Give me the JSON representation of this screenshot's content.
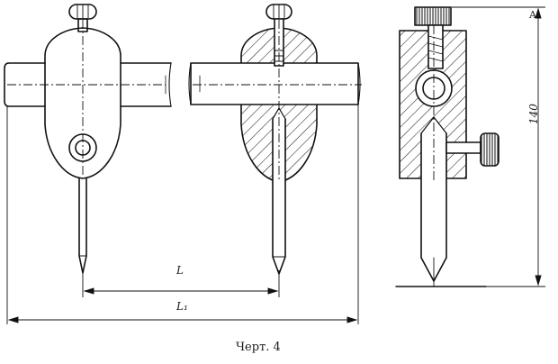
{
  "labels": {
    "dim_l": "L",
    "dim_l1": "L₁",
    "dim_height": "140",
    "mark_a": "A"
  },
  "caption": "Черт. 4"
}
